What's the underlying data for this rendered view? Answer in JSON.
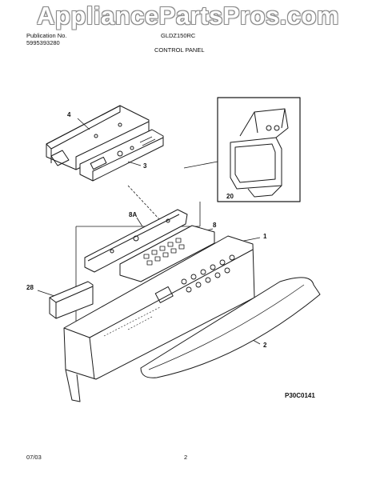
{
  "watermark": "AppliancePartsPros.com",
  "header": {
    "publication_label": "Publication No.",
    "publication_number": "5995393280",
    "model": "GLDZ150RC",
    "section_title": "CONTROL PANEL"
  },
  "callouts": {
    "bracket": "4",
    "control_board": "3",
    "dispenser": "20",
    "trim_8a": "8A",
    "keypad": "8",
    "panel": "1",
    "cover": "28",
    "handle": "2"
  },
  "diagram_code": "P30C0141",
  "footer": {
    "date": "07/03",
    "page": "2"
  }
}
